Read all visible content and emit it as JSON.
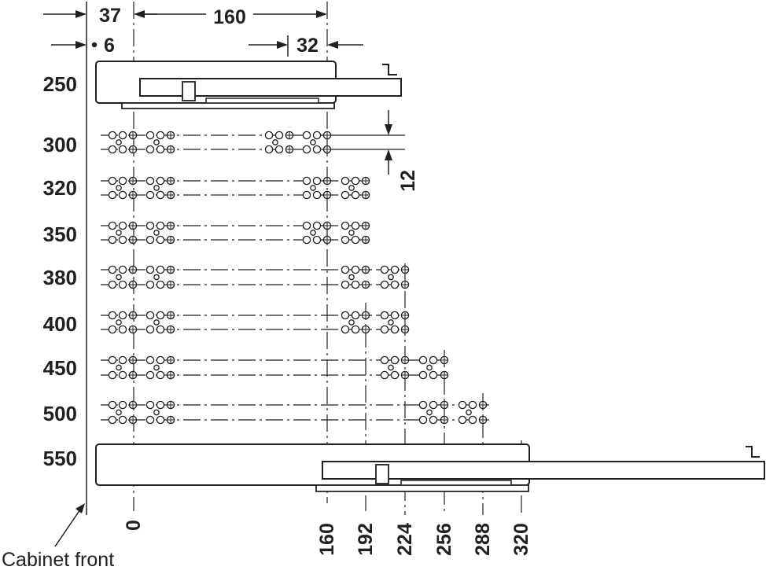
{
  "dimensions": {
    "offset_37": "37",
    "span_160": "160",
    "offset_6": "6",
    "pitch_32": "32",
    "height_12": "12"
  },
  "lengths": [
    "250",
    "300",
    "320",
    "350",
    "380",
    "400",
    "450",
    "500",
    "550"
  ],
  "positions": [
    "0",
    "160",
    "192",
    "224",
    "256",
    "288",
    "320"
  ],
  "cabinet_label": "Cabinet front",
  "colors": {
    "ink": "#231f20",
    "background": "#ffffff"
  }
}
